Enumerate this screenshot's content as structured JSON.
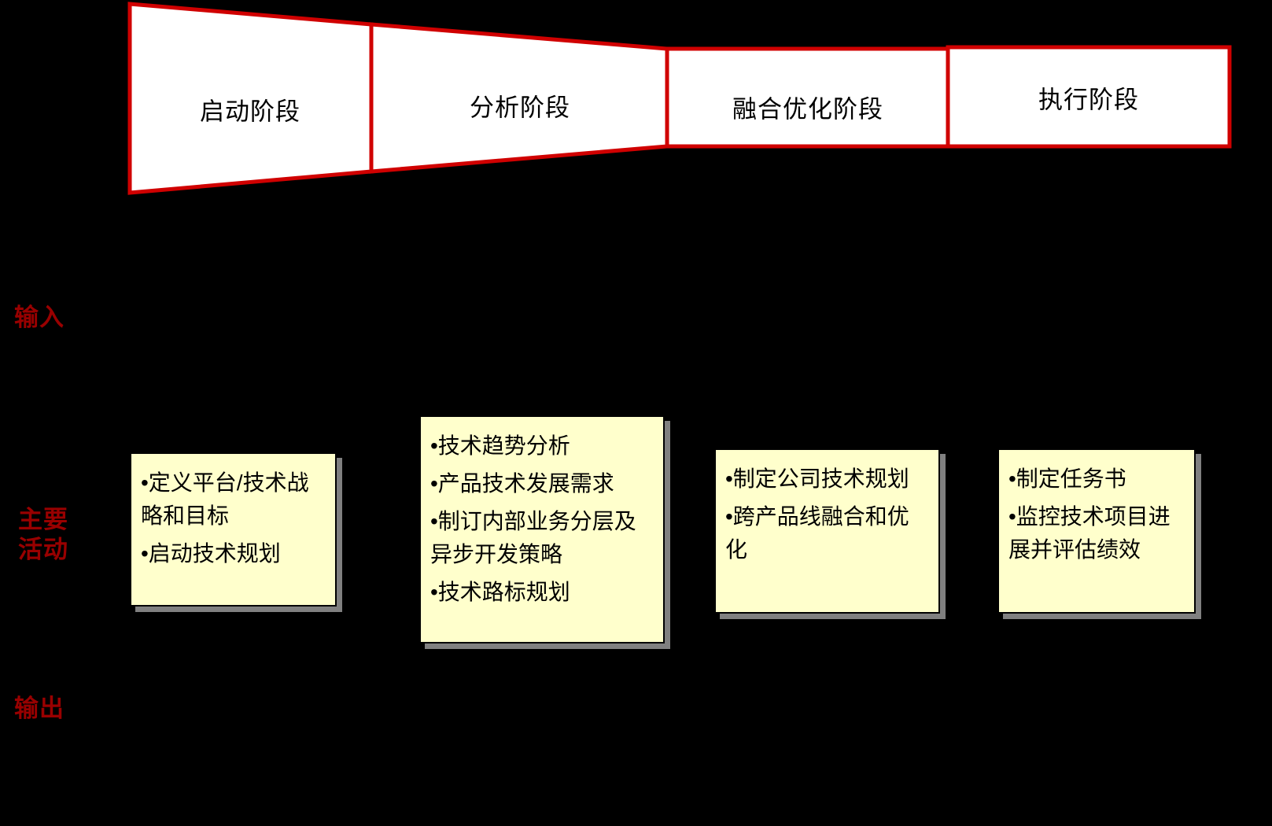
{
  "phases": [
    {
      "label": "启动阶段"
    },
    {
      "label": "分析阶段"
    },
    {
      "label": "融合优化阶段"
    },
    {
      "label": "执行阶段"
    }
  ],
  "row_labels": {
    "input": "输入",
    "main_activities": "主要\n活动",
    "output": "输出"
  },
  "activity_boxes": [
    {
      "items": [
        "•定义平台/技术战略和目标",
        "•启动技术规划"
      ]
    },
    {
      "items": [
        "•技术趋势分析",
        "•产品技术发展需求",
        "•制订内部业务分层及异步开发策略",
        "•技术路标规划"
      ]
    },
    {
      "items": [
        "•制定公司技术规划",
        "•跨产品线融合和优化"
      ]
    },
    {
      "items": [
        "•制定任务书",
        "•监控技术项目进展并评估绩效"
      ]
    }
  ],
  "colors": {
    "background": "#000000",
    "funnel_fill": "#FFFFFF",
    "funnel_border": "#D00000",
    "row_label_red": "#990000",
    "note_fill": "#FFFFCC",
    "note_shadow": "#808080",
    "text": "#000000"
  }
}
